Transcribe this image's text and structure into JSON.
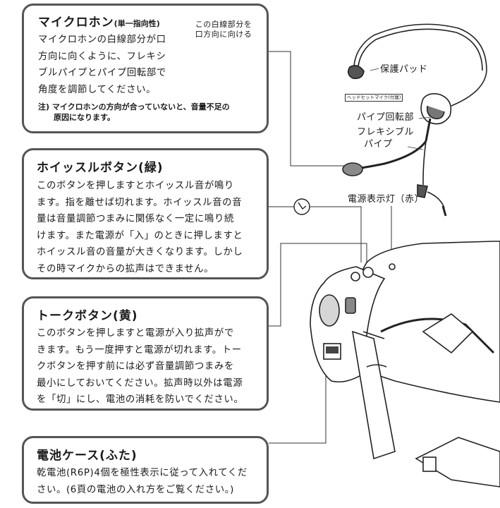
{
  "mic": {
    "title": "マイクロホン",
    "title_note": "(単一指向性)",
    "lines": [
      "マイクロホンの白線部分が口",
      "方向に向くように、フレキシ",
      "ブルパイプとパイプ回転部で",
      "角度を調節してください。"
    ],
    "callout": [
      "この白線部分を",
      "口方向に向ける"
    ],
    "note_line1": "注) マイクロホンの方向が合っていないと、音量不足の",
    "note_line2": "原因になります。"
  },
  "whistle": {
    "title": "ホイッスルボタン(緑)",
    "lines": [
      "このボタンを押しますとホイッスル音が鳴り",
      "ます。指を離せば切れます。ホイッスル音の音",
      "量は音量調節つまみに関係なく一定に鳴り続",
      "けます。また電源が「入」のときに押しますと",
      "ホイッスル音の音量が大きくなります。しかし",
      "その時マイクからの拡声はできません。"
    ]
  },
  "talk": {
    "title": "トークボタン(黄)",
    "lines": [
      "このボタンを押しますと電源が入り拡声がで",
      "きます。もう一度押すと電源が切れます。トー",
      "クボタンを押す前には必ず音量調節つまみを",
      "最小にしておいてください。拡声時以外は電源",
      "を「切」にし、電池の消耗を防いでください。"
    ]
  },
  "battery": {
    "title": "電池ケース(ふた)",
    "lines": [
      "乾電池(R6P)4個を極性表示に従って入れてくだ",
      "さい。(6頁の電池の入れ方をご覧ください。)"
    ]
  },
  "labels": {
    "pad": "保護パッド",
    "headset": "ヘッドセットマイク(付属)",
    "pivot": "パイプ回転部",
    "flex1": "フレキシブル",
    "flex2": "パイプ",
    "power_lamp": "電源表示灯（赤）"
  }
}
